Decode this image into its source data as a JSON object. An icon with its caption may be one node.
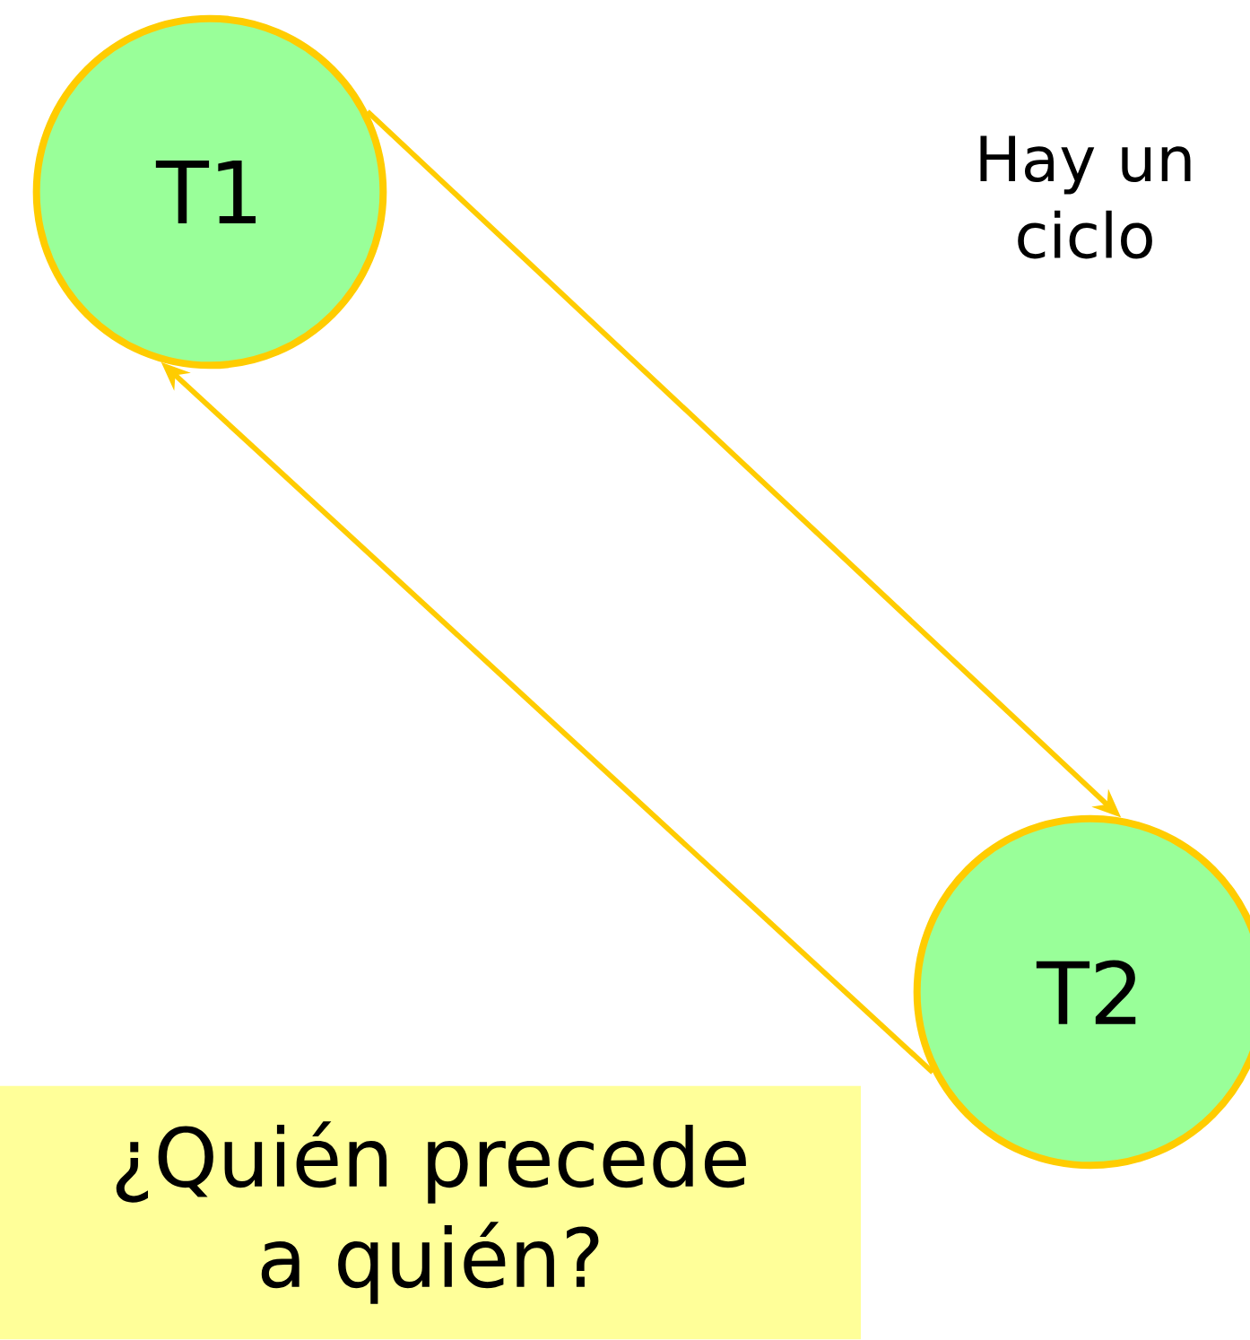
{
  "diagram": {
    "nodes": [
      {
        "text": [
          "T1"
        ]
      },
      {
        "text": [
          "T2"
        ]
      },
      {
        "text": [
          "¿Quién precede a quién?"
        ]
      }
    ],
    "edges": [
      {
        "from": 0,
        "to": 1,
        "arrow": "to"
      },
      {
        "from": 1,
        "to": 0,
        "arrow": "to"
      }
    ],
    "labels": [
      "Hay un ciclo"
    ]
  }
}
